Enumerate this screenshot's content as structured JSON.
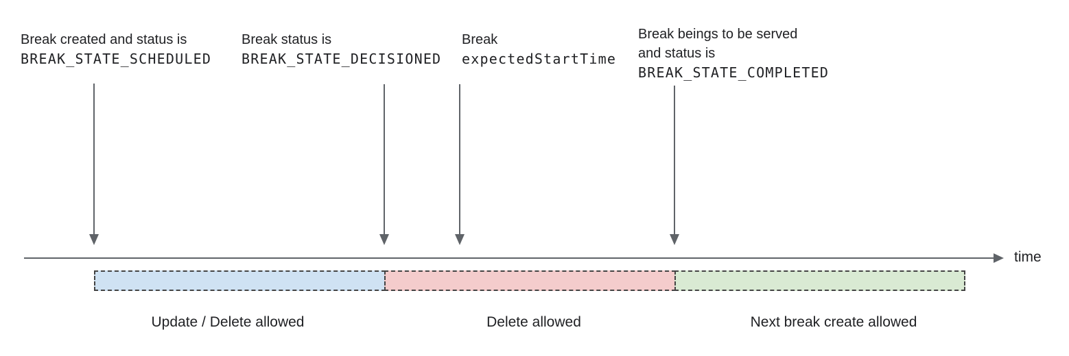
{
  "diagram": {
    "type": "timeline",
    "axis_label": "time",
    "annotations": [
      {
        "lines": [
          "Break created and status is"
        ],
        "code": "BREAK_STATE_SCHEDULED"
      },
      {
        "lines": [
          "Break status is"
        ],
        "code": "BREAK_STATE_DECISIONED"
      },
      {
        "lines": [
          "Break"
        ],
        "code": "expectedStartTime"
      },
      {
        "lines": [
          "Break beings to be served",
          "and status is"
        ],
        "code": "BREAK_STATE_COMPLETED"
      }
    ],
    "segments": [
      {
        "label": "Update / Delete allowed",
        "color": "#cfe2f3"
      },
      {
        "label": "Delete allowed",
        "color": "#f4cccc"
      },
      {
        "label": "Next break create allowed",
        "color": "#d9ead3"
      }
    ],
    "colors": {
      "arrow": "#5f6368",
      "segment_border": "#434343",
      "text": "#202124"
    }
  }
}
